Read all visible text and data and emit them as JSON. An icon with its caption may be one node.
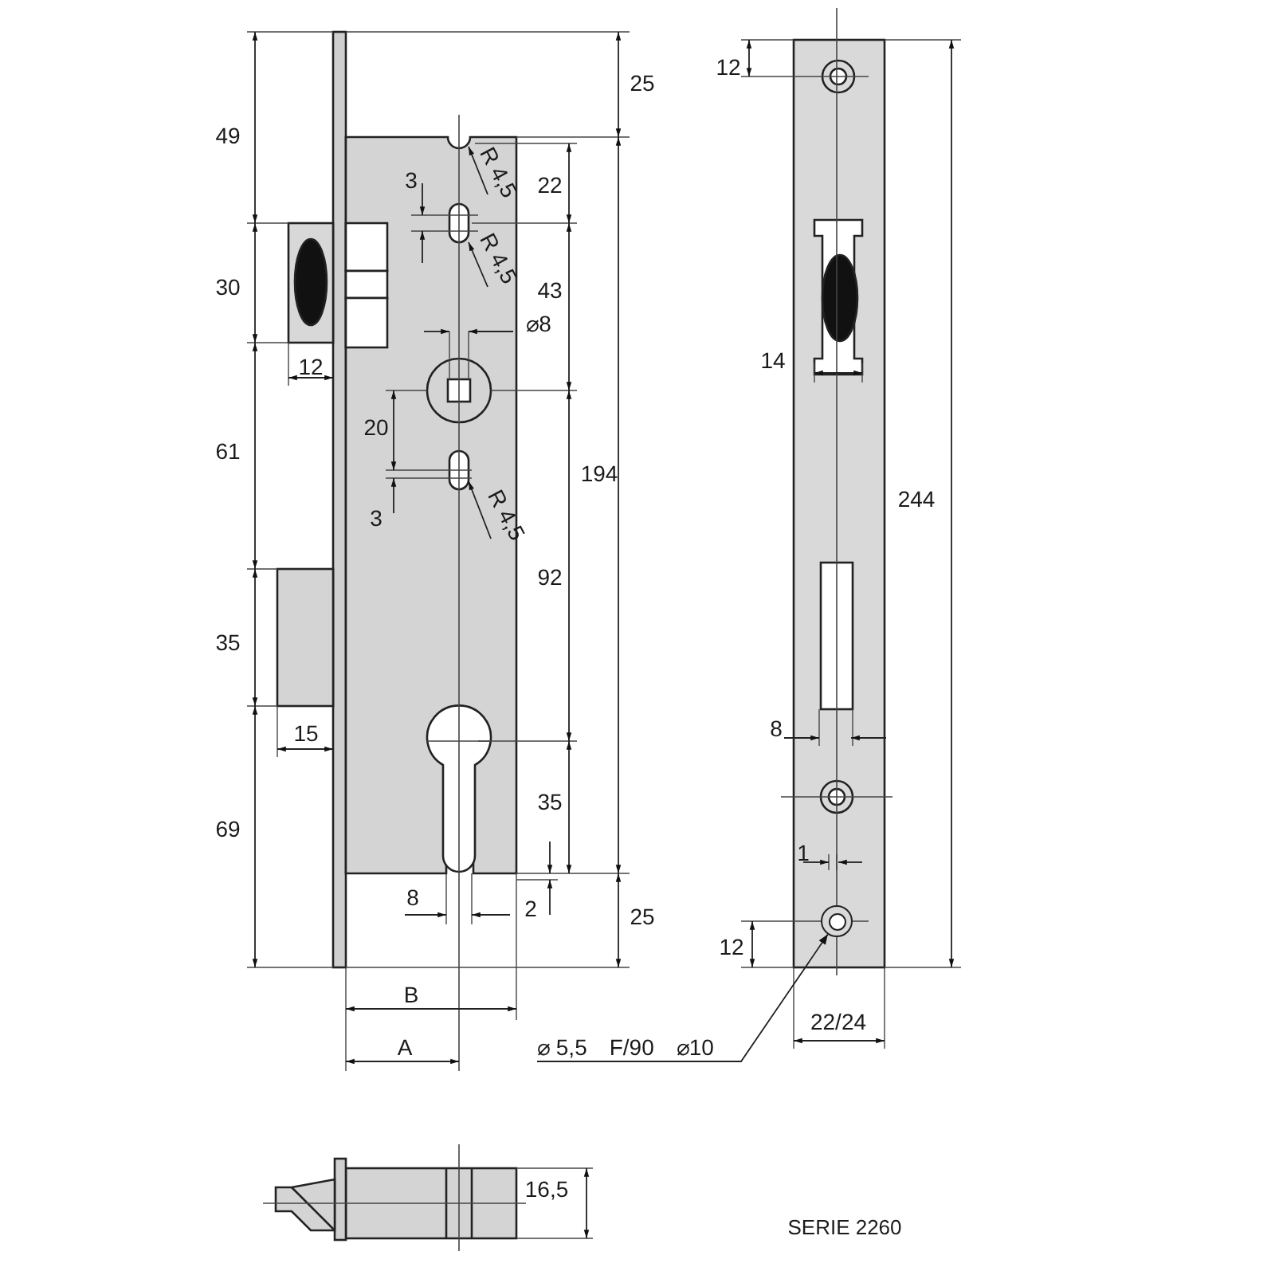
{
  "diagram": {
    "nodes": [
      {
        "text": [
          "⌀ 5,5",
          "F/90",
          "⌀10"
        ]
      },
      {
        "text": [],
        "shape": "circle"
      }
    ],
    "edges": [
      {
        "from": 0,
        "to": 1,
        "arrow": "to"
      }
    ],
    "labels": [
      "25",
      "12",
      "49",
      "22",
      "3",
      "R 4,5",
      "R 4,5",
      "43",
      "30",
      "⌀8",
      "14",
      "12",
      "61",
      "20",
      "194",
      "244",
      "3",
      "R 4,5",
      "92",
      "35",
      "15",
      "8",
      "69",
      "35",
      "1",
      "8",
      "2",
      "25",
      "12",
      "B",
      "22/24",
      "A",
      "16,5",
      "SERIE 2260"
    ]
  }
}
